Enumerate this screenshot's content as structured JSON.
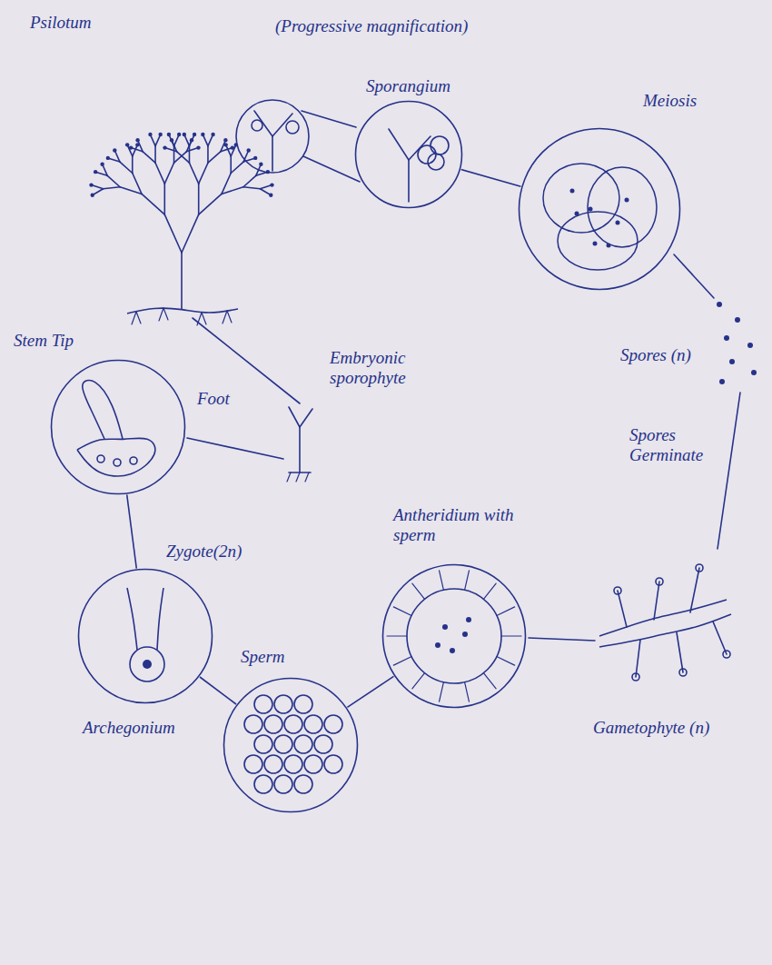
{
  "diagram": {
    "nodes": [
      {
        "text": [
          "Sporangium"
        ]
      },
      {
        "text": [
          "Meiosis"
        ]
      },
      {
        "text": [
          "Antheridium with sperm"
        ]
      },
      {
        "text": [
          "Sperm"
        ]
      },
      {
        "text": [
          "Zygote(2n)",
          "Archegonium"
        ]
      },
      {
        "text": [
          "Stem Tip",
          "Foot"
        ]
      }
    ],
    "edges": [
      {
        "from": 0,
        "to": 1,
        "arrow": "none"
      },
      {
        "from": 2,
        "to": 3,
        "arrow": "none"
      },
      {
        "from": 3,
        "to": 4,
        "arrow": "none"
      },
      {
        "from": 4,
        "to": 5,
        "arrow": "none"
      }
    ],
    "labels": [
      "Psilotum",
      "(Progressive magnification)",
      "Embryonic sporophyte",
      "Spores (n)",
      "Spores Germinate",
      "Gametophyte (n)"
    ]
  }
}
